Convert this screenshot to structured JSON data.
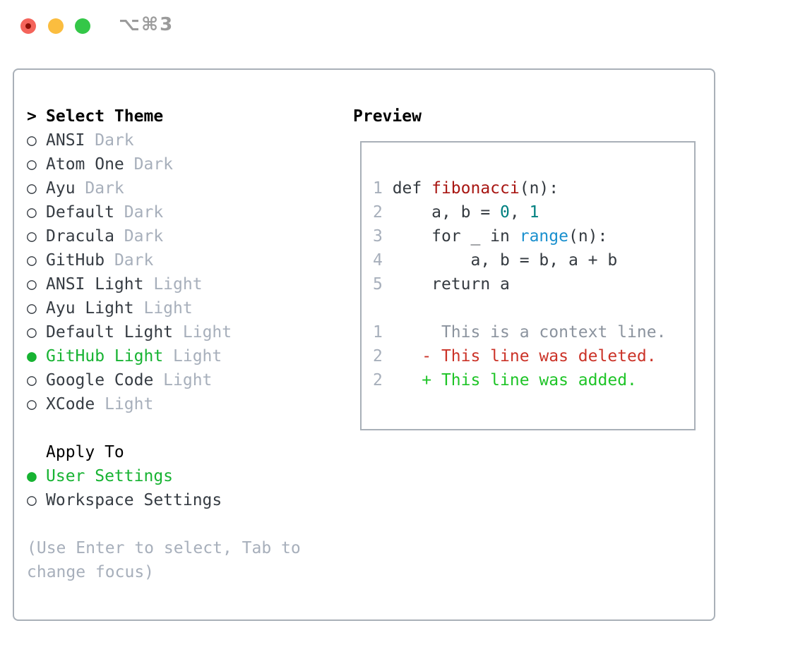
{
  "titlebar": {
    "shortcut": "⌥⌘3",
    "window_controls": [
      "close",
      "minimize",
      "zoom"
    ]
  },
  "theme_panel": {
    "title": "Select Theme",
    "prompt_icon": ">",
    "radio_unselected_icon": "○",
    "radio_selected_icon": "●",
    "themes": [
      {
        "name": "ANSI",
        "variant": "Dark",
        "selected": false
      },
      {
        "name": "Atom One",
        "variant": "Dark",
        "selected": false
      },
      {
        "name": "Ayu",
        "variant": "Dark",
        "selected": false
      },
      {
        "name": "Default",
        "variant": "Dark",
        "selected": false
      },
      {
        "name": "Dracula",
        "variant": "Dark",
        "selected": false
      },
      {
        "name": "GitHub",
        "variant": "Dark",
        "selected": false
      },
      {
        "name": "ANSI Light",
        "variant": "Light",
        "selected": false
      },
      {
        "name": "Ayu Light",
        "variant": "Light",
        "selected": false
      },
      {
        "name": "Default Light",
        "variant": "Light",
        "selected": false
      },
      {
        "name": "GitHub Light",
        "variant": "Light",
        "selected": true
      },
      {
        "name": "Google Code",
        "variant": "Light",
        "selected": false
      },
      {
        "name": "XCode",
        "variant": "Light",
        "selected": false
      }
    ],
    "apply_to": {
      "title": "Apply To",
      "options": [
        {
          "label": "User Settings",
          "selected": true
        },
        {
          "label": "Workspace Settings",
          "selected": false
        }
      ]
    },
    "hint_lines": [
      "(Use Enter to select, Tab to",
      "change focus)"
    ]
  },
  "preview": {
    "title": "Preview",
    "lines": [
      {
        "kind": "code",
        "num": "1",
        "parts": [
          {
            "t": "def ",
            "c": "fg"
          },
          {
            "t": "fibonacci",
            "c": "fn"
          },
          {
            "t": "(n):",
            "c": "fg"
          }
        ]
      },
      {
        "kind": "code",
        "num": "2",
        "parts": [
          {
            "t": "    a, b = ",
            "c": "fg"
          },
          {
            "t": "0",
            "c": "lit"
          },
          {
            "t": ", ",
            "c": "fg"
          },
          {
            "t": "1",
            "c": "lit"
          }
        ]
      },
      {
        "kind": "code",
        "num": "3",
        "parts": [
          {
            "t": "    for _ in ",
            "c": "fg"
          },
          {
            "t": "range",
            "c": "builtin"
          },
          {
            "t": "(n):",
            "c": "fg"
          }
        ]
      },
      {
        "kind": "code",
        "num": "4",
        "parts": [
          {
            "t": "        a, b = b, a + b",
            "c": "fg"
          }
        ]
      },
      {
        "kind": "code",
        "num": "5",
        "parts": [
          {
            "t": "    return a",
            "c": "fg"
          }
        ]
      },
      {
        "kind": "blank"
      },
      {
        "kind": "context",
        "num": "1",
        "parts": [
          {
            "t": "     This is a context line.",
            "c": "ctx"
          }
        ]
      },
      {
        "kind": "deleted",
        "num": "2",
        "parts": [
          {
            "t": "   - This line was deleted.",
            "c": "del"
          }
        ]
      },
      {
        "kind": "added",
        "num": "2",
        "parts": [
          {
            "t": "   + This line was added.",
            "c": "add"
          }
        ]
      }
    ]
  },
  "colors": {
    "accent_green": "#17b332",
    "diff_added": "#1ec427",
    "diff_deleted": "#cb3328",
    "syntax_function": "#a81612",
    "syntax_number": "#008080",
    "syntax_builtin": "#1a90ce",
    "code_text": "#343a40",
    "line_number": "#a7afbb",
    "context_text": "#8b939e",
    "muted_text": "#a7afbb",
    "panel_border": "#a9b0b8",
    "traffic_red": "#f4645b",
    "traffic_yellow": "#fbbd3f",
    "traffic_green": "#34c748",
    "shortcut_gray": "#9b9b9b"
  }
}
